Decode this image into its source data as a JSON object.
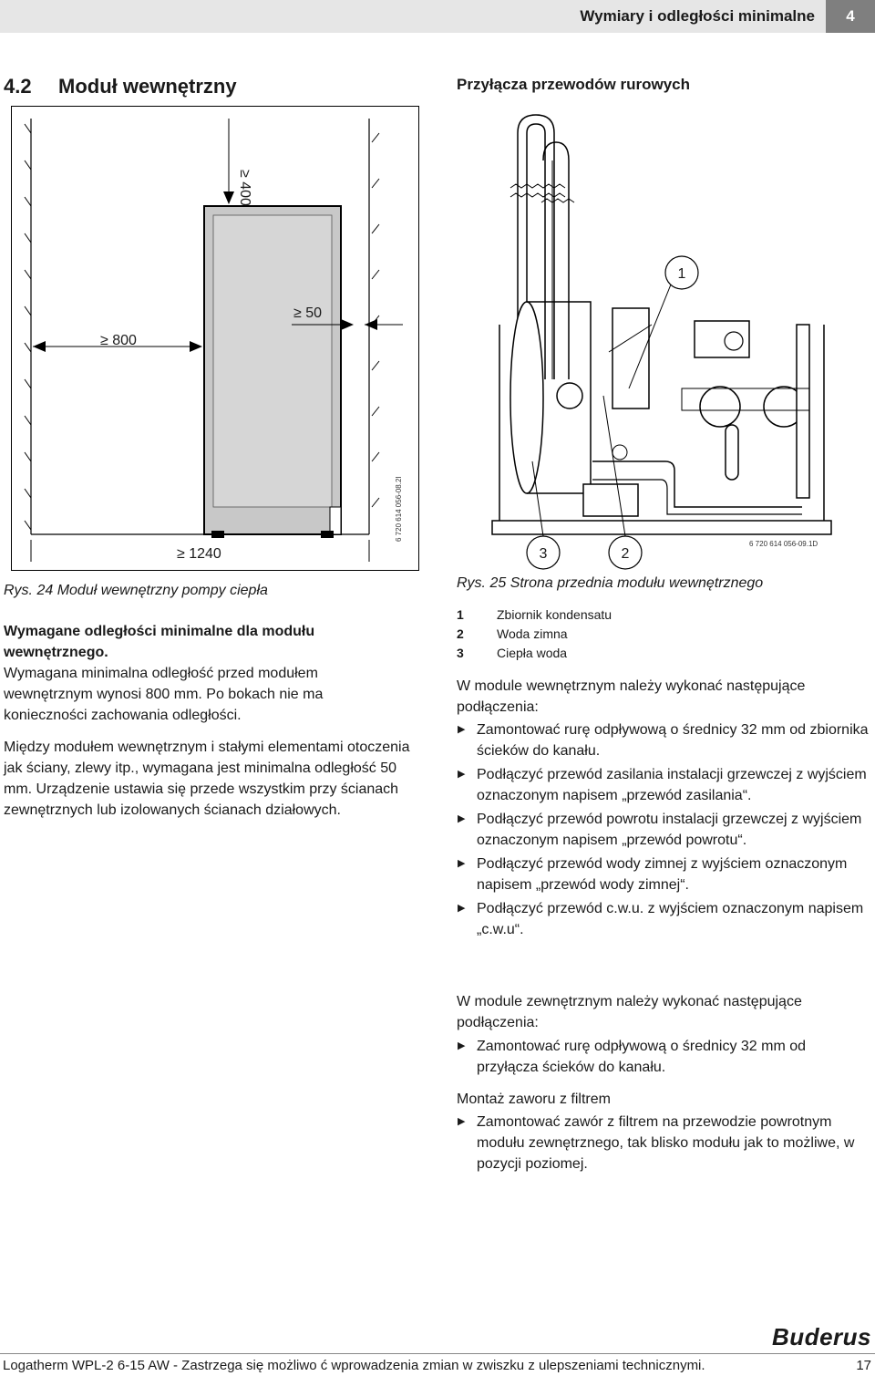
{
  "header": {
    "title": "Wymiary i odległości minimalne",
    "chapter_num": "4"
  },
  "section": {
    "number": "4.2",
    "title": "Moduł wewnętrzny"
  },
  "right_heading": "Przyłącza przewodów rurowych",
  "figure_left": {
    "dim_top": "≥ 400",
    "dim_side": "≥ 50",
    "dim_front": "≥ 800",
    "dim_bottom": "≥ 1240",
    "code": "6 720 614 056-08.2I",
    "caption": "Rys. 24 Moduł wewnętrzny pompy ciepła"
  },
  "figure_right": {
    "callout_1": "1",
    "callout_2": "2",
    "callout_3": "3",
    "code": "6 720 614 056-09.1D",
    "caption": "Rys. 25 Strona przednia modułu wewnętrznego"
  },
  "left_text": {
    "heading": "Wymagane odległości minimalne dla modułu wewnętrznego.",
    "p1": "Wymagana minimalna odległość przed modułem wewnętrznym wynosi 800 mm. Po bokach nie ma konieczności zachowania odległości.",
    "p2": "Między modułem wewnętrznym i stałymi elementami otoczenia jak ściany, zlewy itp., wymagana jest minimalna odległość 50 mm. Urządzenie ustawia się przede wszystkim przy ścianach zewnętrznych lub izolowanych ścianach działowych."
  },
  "legend": [
    {
      "num": "1",
      "text": "Zbiornik kondensatu"
    },
    {
      "num": "2",
      "text": "Woda zimna"
    },
    {
      "num": "3",
      "text": "Ciepła woda"
    }
  ],
  "right_text": {
    "intro1": "W module wewnętrznym należy wykonać następujące podłączenia:",
    "list1": [
      "Zamontować rurę odpływową o średnicy 32 mm od zbiornika ścieków do kanału.",
      "Podłączyć przewód zasilania instalacji grzewczej z wyjściem oznaczonym napisem „przewód zasilania“.",
      "Podłączyć przewód powrotu instalacji grzewczej z wyjściem oznaczonym napisem „przewód powrotu“.",
      "Podłączyć przewód wody zimnej z wyjściem oznaczonym napisem „przewód wody zimnej“.",
      "Podłączyć przewód c.w.u. z wyjściem oznaczonym napisem „c.w.u“."
    ],
    "intro2": "W module zewnętrznym należy wykonać następujące podłączenia:",
    "list2": [
      "Zamontować rurę odpływową o średnicy 32 mm od przyłącza ścieków do kanału."
    ],
    "intro3": "Montaż zaworu z filtrem",
    "list3": [
      "Zamontować zawór z filtrem na przewodzie powrotnym modułu zewnętrznego, tak blisko modułu jak to możliwe, w pozycji poziomej."
    ]
  },
  "brand": "Buderus",
  "footer": {
    "text": "Logatherm WPL-2 6-15 AW - Zastrzega się możliwo ć wprowadzenia zmian w zwiszku z ulepszeniami technicznymi.",
    "page": "17"
  }
}
